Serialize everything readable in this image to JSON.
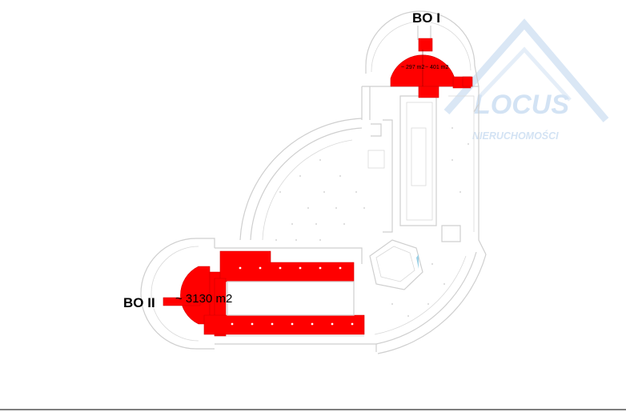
{
  "labels": {
    "building_1": "BO I",
    "building_2": "BO II",
    "area_1a": "~ 297 m2",
    "area_1b": "~ 401 m2",
    "area_2": "~ 3130 m2"
  },
  "watermark": {
    "brand": "LOCUS",
    "tagline": "NIERUCHOMOŚCI",
    "color": "#cfe0f3"
  },
  "colors": {
    "highlight": "#ff0000",
    "walls": "#cfcfcf"
  }
}
